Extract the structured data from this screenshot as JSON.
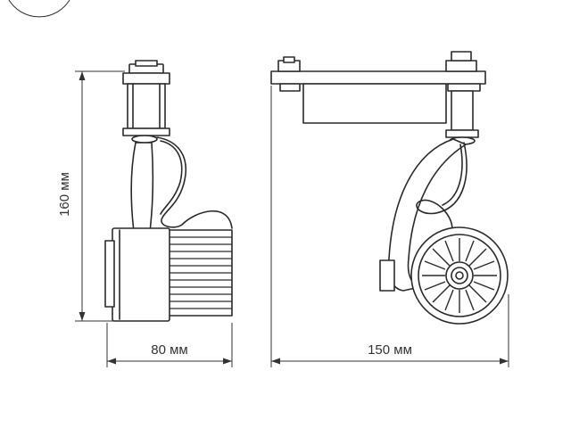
{
  "dimensions": {
    "height": "160 мм",
    "width_front": "80 мм",
    "width_side": "150 мм"
  },
  "colors": {
    "line": "#2a2a2a",
    "dimension": "#333333",
    "background": "#ffffff"
  }
}
